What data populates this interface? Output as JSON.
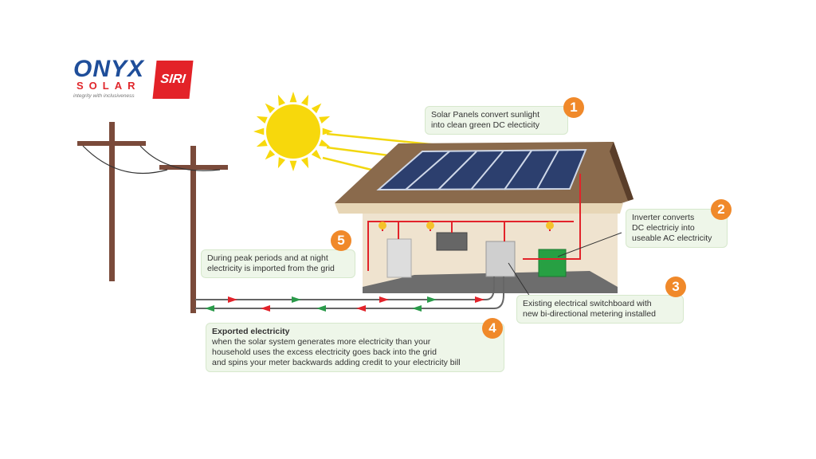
{
  "logo": {
    "brand": "ONYX",
    "sub": "SOLAR",
    "badge": "SIRI",
    "tagline": "integrity with inclusiveness"
  },
  "callouts": [
    {
      "number": "1",
      "lines": [
        "Solar Panels convert sunlight",
        "into clean green DC electicity"
      ]
    },
    {
      "number": "2",
      "lines": [
        "Inverter converts",
        "DC electriciy into",
        "useable AC electricity"
      ]
    },
    {
      "number": "3",
      "lines": [
        "Existing electrical switchboard with",
        "new bi-directional metering installed"
      ]
    },
    {
      "number": "4",
      "title": "Exported electricity",
      "lines": [
        "when the solar system generates more electricity than your",
        "household uses the excess electricity goes back into the grid",
        "and spins your meter backwards adding credit to your electricity bill"
      ]
    },
    {
      "number": "5",
      "lines": [
        "During peak periods and at night",
        "electricity is imported from the grid"
      ]
    }
  ],
  "colors": {
    "badge": "#f0892a",
    "callout_bg": "#eef6e9",
    "sun": "#f7d80c",
    "panel": "#2c3f6e",
    "roof": "#8a6a4c",
    "wall": "#efe3cf",
    "wire_red": "#e2232a",
    "wire_green": "#2a9a4a"
  }
}
